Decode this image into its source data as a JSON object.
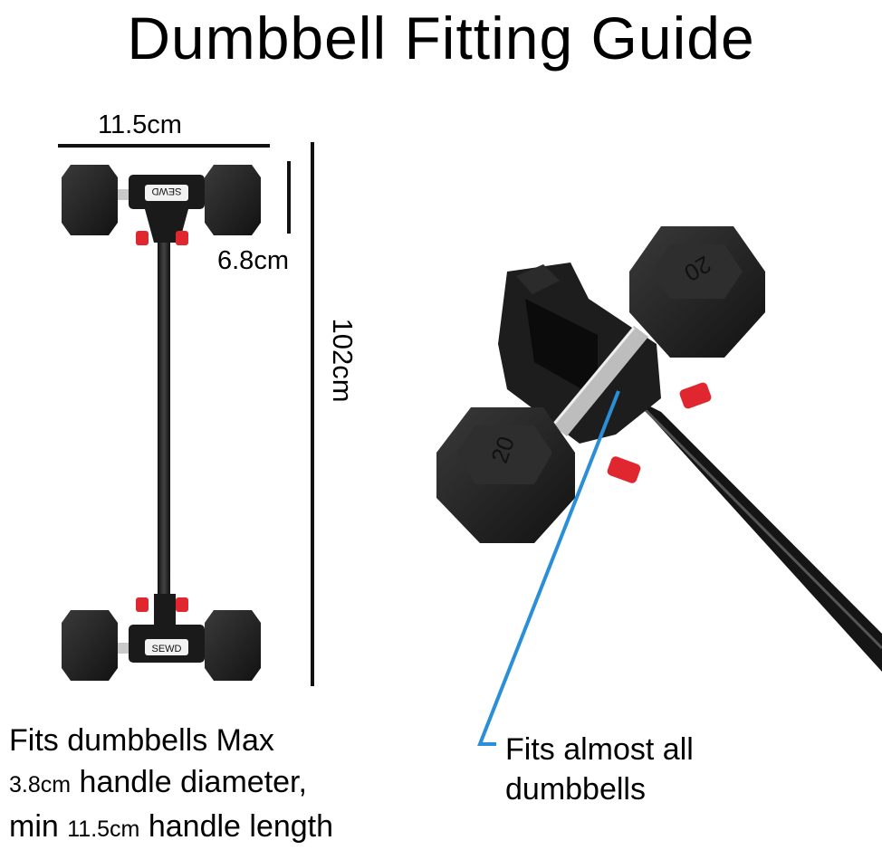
{
  "title": "Dumbbell Fitting Guide",
  "dimensions": {
    "width": "11.5cm",
    "height": "6.8cm",
    "length": "102cm"
  },
  "brand_label": "SEWD",
  "plate_number": "20",
  "captions": {
    "left_line1": "Fits dumbbells Max",
    "left_line2_small": "3.8cm",
    "left_line2_big": "handle diameter,",
    "left_line3_pre": "min",
    "left_line3_small": "11.5cm",
    "left_line3_big": "handle length",
    "right_line1": "Fits almost all",
    "right_line2": "dumbbells"
  },
  "colors": {
    "weight": "#1f1f1f",
    "knob": "#e0262f",
    "pointer": "#2a8fd6"
  }
}
